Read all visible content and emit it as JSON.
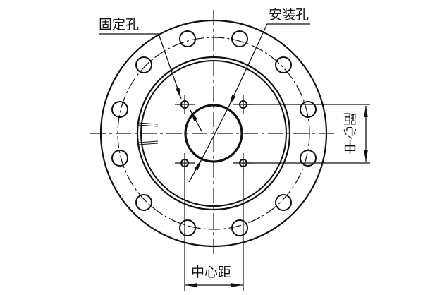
{
  "labels": {
    "fixing_hole": "固定孔",
    "mounting_hole": "安装孔",
    "center_distance_vertical": "中心距",
    "center_distance_horizontal": "中心距"
  },
  "colors": {
    "line": "#111111",
    "background": "#ffffff"
  }
}
